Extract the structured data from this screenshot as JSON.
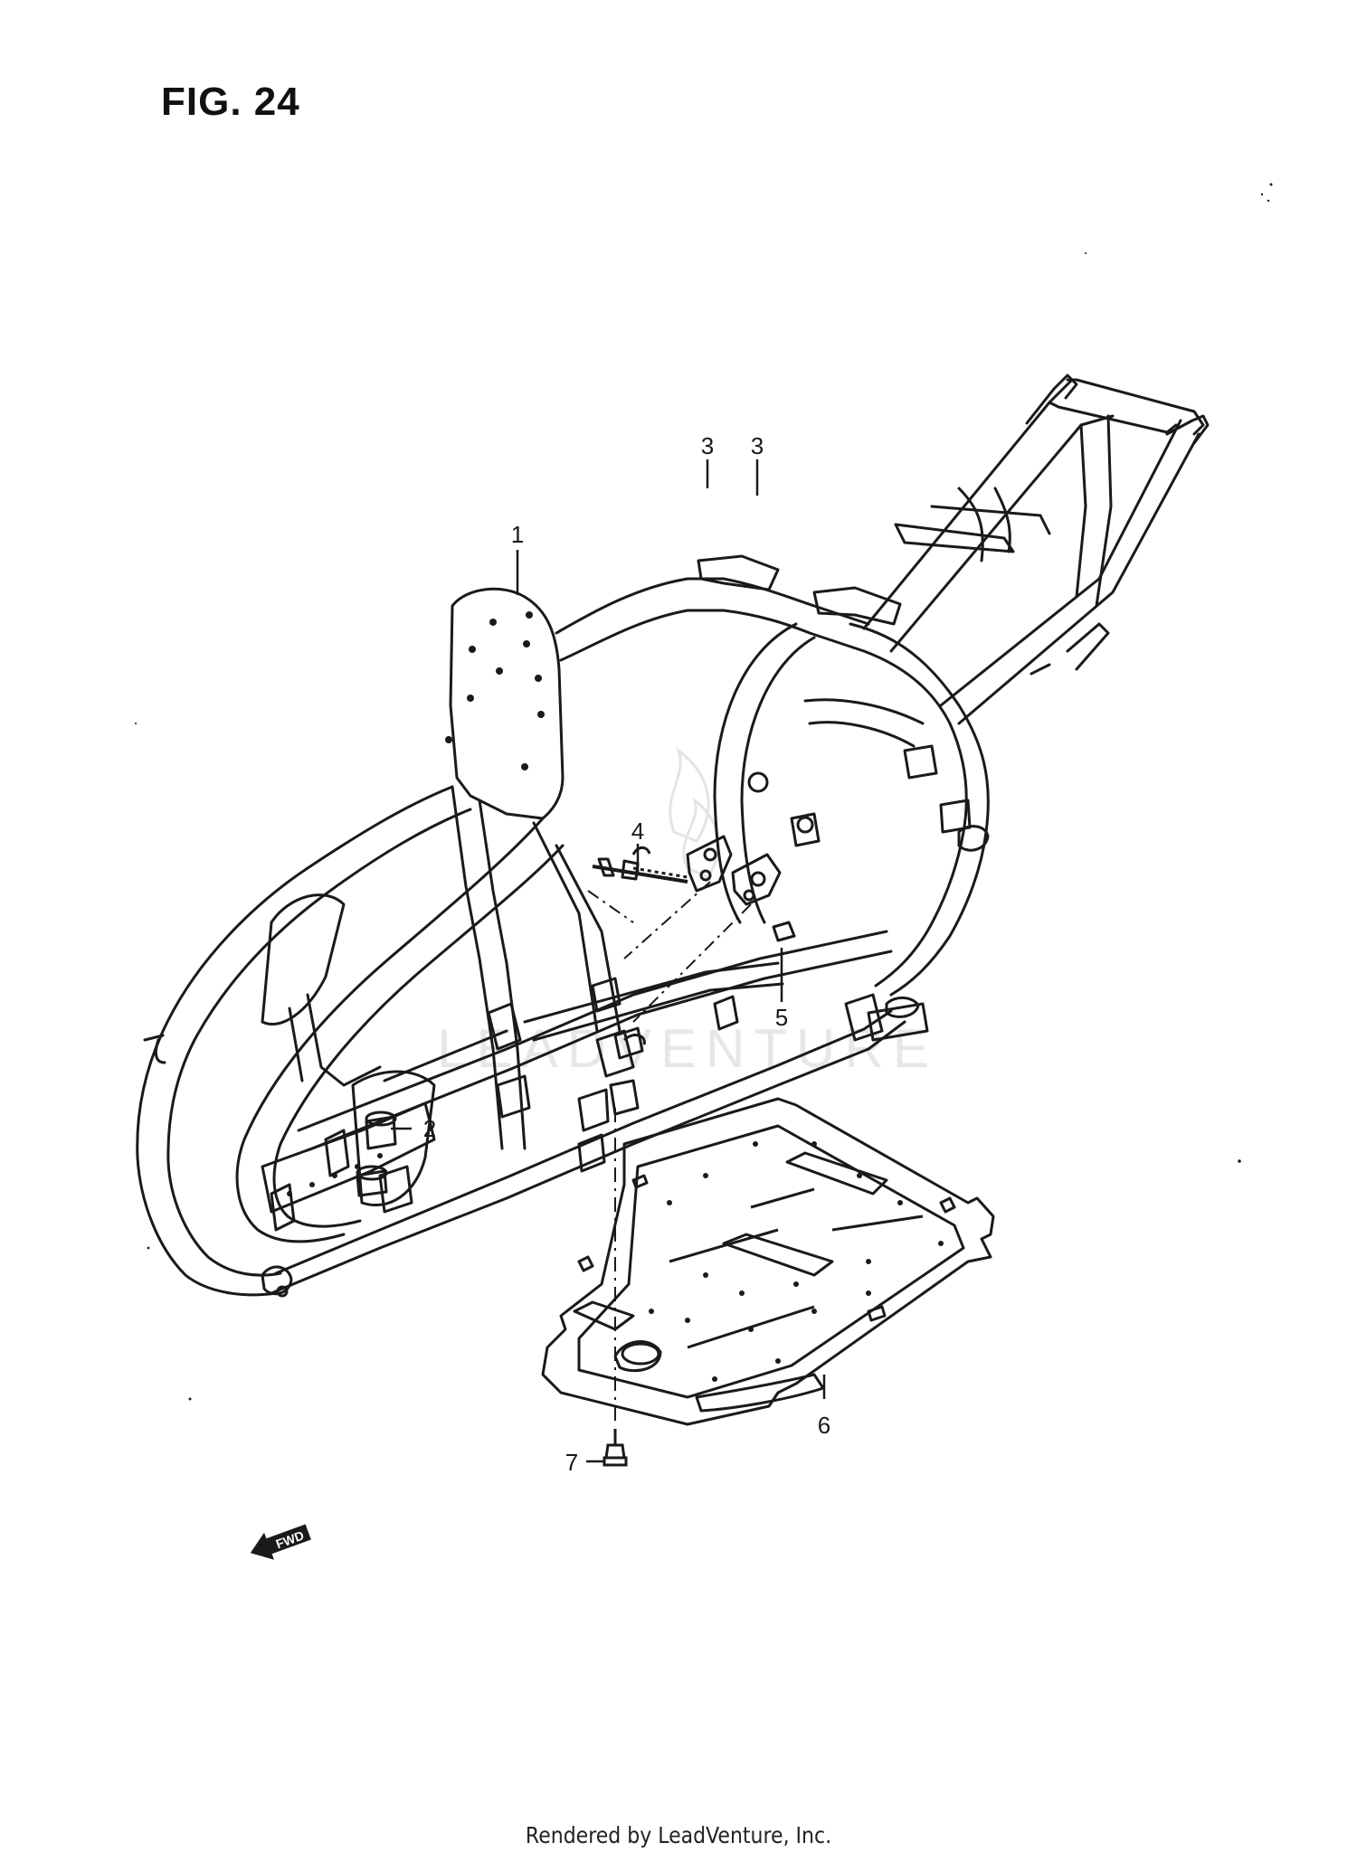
{
  "figure": {
    "title": "FIG. 24",
    "credit": "Rendered by LeadVenture, Inc.",
    "watermark": "LEADVENTURE",
    "fwd_label": "FWD"
  },
  "callouts": [
    {
      "id": "1",
      "label": "1"
    },
    {
      "id": "2",
      "label": "2"
    },
    {
      "id": "3a",
      "label": "3"
    },
    {
      "id": "3b",
      "label": "3"
    },
    {
      "id": "4",
      "label": "4"
    },
    {
      "id": "5",
      "label": "5"
    },
    {
      "id": "6",
      "label": "6"
    },
    {
      "id": "7",
      "label": "7"
    }
  ],
  "colors": {
    "ink": "#1a1a1a",
    "paper": "#ffffff",
    "watermark": "#cfcfcf"
  }
}
